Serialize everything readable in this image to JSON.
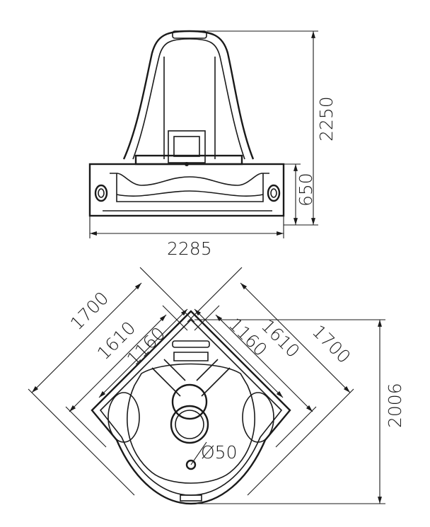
{
  "front_view": {
    "height_total": "2250",
    "height_tub": "650",
    "width": "2285"
  },
  "top_view": {
    "left_outer": "1700",
    "left_middle": "1610",
    "left_inner": "1160",
    "right_inner": "1160",
    "right_middle": "1610",
    "right_outer": "1700",
    "depth": "2006",
    "drain_diameter": "Ø50"
  }
}
